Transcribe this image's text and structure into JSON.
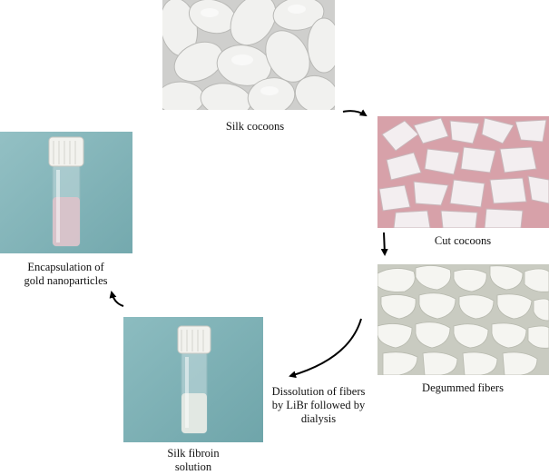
{
  "steps": {
    "silk_cocoons": {
      "label": "Silk cocoons"
    },
    "cut_cocoons": {
      "label": "Cut cocoons"
    },
    "degummed_fibers": {
      "label": "Degummed fibers"
    },
    "dissolution": {
      "line1": "Dissolution of fibers",
      "line2": "by LiBr followed by",
      "line3": "dialysis"
    },
    "silk_fibroin": {
      "line1": "Silk fibroin",
      "line2": "solution"
    },
    "encapsulation": {
      "line1": "Encapsulation of",
      "line2": "gold nanoparticles"
    }
  },
  "colors": {
    "cocoon_bg": "#d4d4d2",
    "cut_bg": "#d9a2aa",
    "degummed_bg": "#cdd0c6",
    "vial_bg": "#7fb3b8",
    "arrow": "#000000"
  }
}
